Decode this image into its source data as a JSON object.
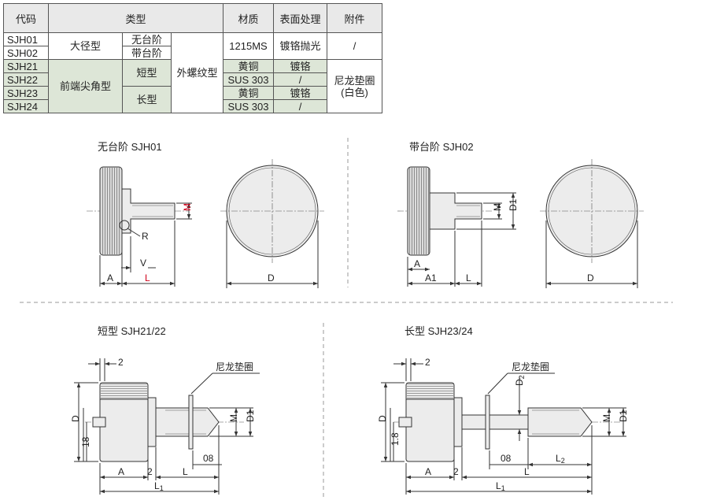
{
  "table": {
    "headers": {
      "code": "代码",
      "type": "类型",
      "material": "材质",
      "surface": "表面处理",
      "accessory": "附件"
    },
    "codes": [
      "SJH01",
      "SJH02",
      "SJH21",
      "SJH22",
      "SJH23",
      "SJH24"
    ],
    "types": {
      "large_dia": "大径型",
      "no_step": "无台阶",
      "with_step": "带台阶",
      "external_thread": "外螺纹型",
      "pointed": "前端尖角型",
      "short": "短型",
      "long": "长型"
    },
    "materials": {
      "m1215": "1215MS",
      "brass": "黄铜",
      "sus": "SUS 303"
    },
    "surfaces": {
      "chrome_polish": "镀铬抛光",
      "chrome": "镀铬",
      "none": "/"
    },
    "accessories": {
      "none": "/",
      "washer": "尼龙垫圈",
      "color": "(白色)"
    }
  },
  "drawings": {
    "sjh01": {
      "caption": "无台阶 SJH01",
      "labels": {
        "M": "M",
        "R": "R",
        "V": "V",
        "A": "A",
        "L": "L",
        "D": "D"
      }
    },
    "sjh02": {
      "caption": "带台阶 SJH02",
      "labels": {
        "M": "M",
        "D1": "D1",
        "A1": "A1",
        "L": "L",
        "D": "D"
      }
    },
    "sjh21": {
      "caption": "短型 SJH21/22",
      "labels": {
        "two": "2",
        "washer": "尼龙垫圈",
        "D": "D",
        "eighteen": "18",
        "M": "M",
        "D1": "D1",
        "zero8": "08",
        "A": "A",
        "L": "L",
        "L1": "L1"
      }
    },
    "sjh23": {
      "caption": "长型 SJH23/24",
      "labels": {
        "two": "2",
        "washer": "尼龙垫圈",
        "D": "D",
        "onepoint8": "1.8",
        "D2": "D2",
        "M": "M",
        "D1": "D1",
        "zero8": "08",
        "L2": "L2",
        "A": "A",
        "L": "L",
        "L1": "L1"
      }
    }
  },
  "colors": {
    "header_bg": "#e9e9e9",
    "highlight_bg": "#dde6d7",
    "dim_red": "#d0021b"
  }
}
